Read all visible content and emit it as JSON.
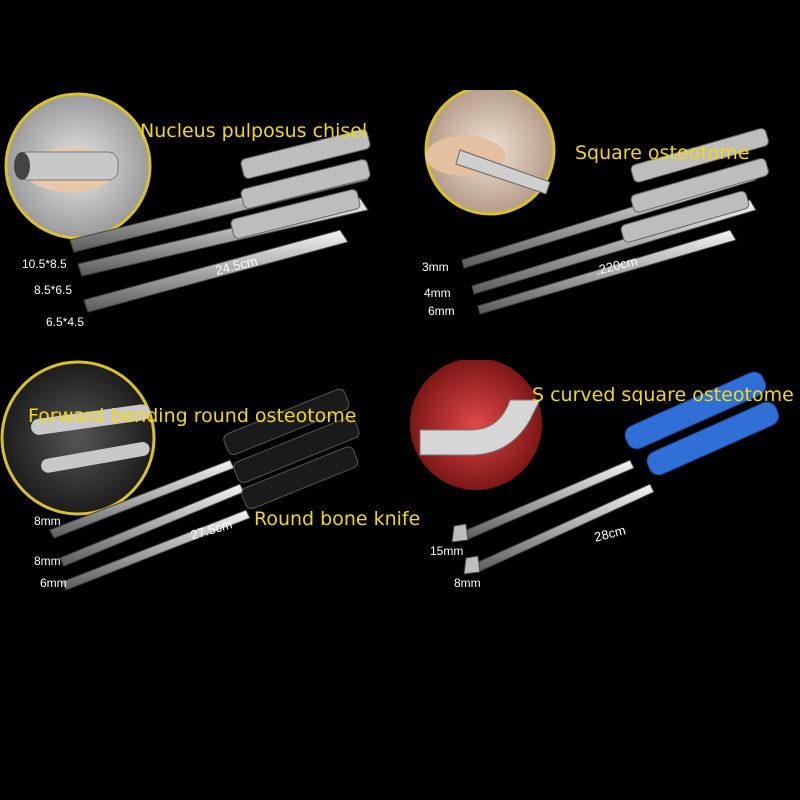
{
  "panels": [
    {
      "title": "Nucleus pulposus chisel",
      "sizes": [
        "10.5*8.5",
        "8.5*6.5",
        "6.5*4.5"
      ],
      "length": "24.5cm"
    },
    {
      "title": "Square osteotome",
      "sizes": [
        "3mm",
        "4mm",
        "6mm"
      ],
      "length": ".220cm"
    },
    {
      "title": "Forward bending round osteotome",
      "title2": "Round bone knife",
      "sizes": [
        "8mm",
        "8mm",
        "6mm"
      ],
      "length": "27.5cm"
    },
    {
      "title": "S curved square osteotome",
      "sizes": [
        "15mm",
        "8mm"
      ],
      "length": "28cm"
    }
  ],
  "colors": {
    "background": "#000000",
    "title": "#f2d81a",
    "ring": "#d8c12a",
    "handle_blue": "#2f6fd6"
  }
}
